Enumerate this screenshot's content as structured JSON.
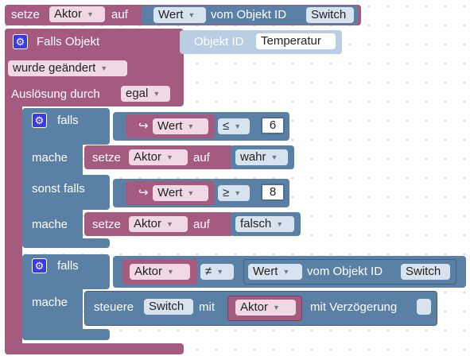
{
  "colors": {
    "pink": "#a55b80",
    "blue": "#5b80a5",
    "gear": "#3b3be6"
  },
  "top_block": {
    "setze": "setze",
    "var": "Aktor",
    "auf": "auf",
    "wert": "Wert",
    "vom_objekt": "vom Objekt ID",
    "object": "Switch"
  },
  "trigger": {
    "falls_objekt": "Falls Objekt",
    "objekt_id_label": "Objekt ID",
    "objekt_id_value": "Temperatur",
    "wurde": "wurde geändert",
    "ausloesung_label": "Auslösung durch",
    "ausloesung_value": "egal"
  },
  "if1": {
    "falls": "falls",
    "arrow": "↪",
    "wert1": "Wert",
    "op1": "≤",
    "n1": "6",
    "mache1": "mache",
    "setze1": "setze",
    "var1": "Aktor",
    "auf1": "auf",
    "val1": "wahr",
    "sonst": "sonst falls",
    "wert2": "Wert",
    "op2": "≥",
    "n2": "8",
    "mache2": "mache",
    "setze2": "setze",
    "var2": "Aktor",
    "auf2": "auf",
    "val2": "falsch"
  },
  "if2": {
    "falls": "falls",
    "var": "Aktor",
    "op": "≠",
    "wert": "Wert",
    "vom_objekt": "vom Objekt ID",
    "object": "Switch",
    "mache": "mache",
    "steuere": "steuere",
    "steuere_obj": "Switch",
    "mit": "mit",
    "var2": "Aktor",
    "delay": "mit Verzögerung"
  }
}
